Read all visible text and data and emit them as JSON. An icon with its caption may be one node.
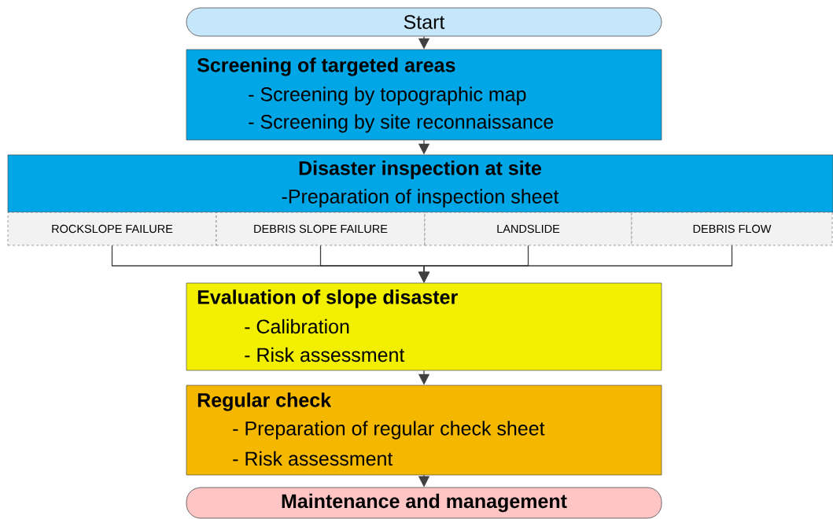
{
  "diagram": {
    "nodes": [
      {
        "text": [
          "Start"
        ]
      },
      {
        "text": [
          "Screening of targeted areas",
          "- Screening by topographic map",
          "- Screening by site reconnaissance"
        ]
      },
      {
        "text": [
          "Disaster inspection at site",
          "-Preparation of inspection sheet"
        ]
      },
      {
        "text": [
          "ROCKSLOPE FAILURE"
        ]
      },
      {
        "text": [
          "DEBRIS SLOPE FAILURE"
        ]
      },
      {
        "text": [
          "LANDSLIDE"
        ]
      },
      {
        "text": [
          "DEBRIS FLOW"
        ]
      },
      {
        "text": [
          "Evaluation of slope disaster",
          "- Calibration",
          "- Risk assessment"
        ]
      },
      {
        "text": [
          "Regular check",
          "- Preparation of regular check sheet",
          "- Risk assessment"
        ]
      },
      {
        "text": [
          "Maintenance and management"
        ]
      }
    ],
    "edges": [
      {
        "from": 0,
        "to": 1,
        "arrow": "to"
      },
      {
        "from": 1,
        "to": 2,
        "arrow": "to"
      },
      {
        "from": 3,
        "to": 7,
        "arrow": "to"
      },
      {
        "from": 4,
        "to": 7,
        "arrow": "to"
      },
      {
        "from": 5,
        "to": 7,
        "arrow": "to"
      },
      {
        "from": 6,
        "to": 7,
        "arrow": "to"
      },
      {
        "from": 7,
        "to": 8,
        "arrow": "to"
      },
      {
        "from": 8,
        "to": 9,
        "arrow": "to"
      }
    ]
  }
}
